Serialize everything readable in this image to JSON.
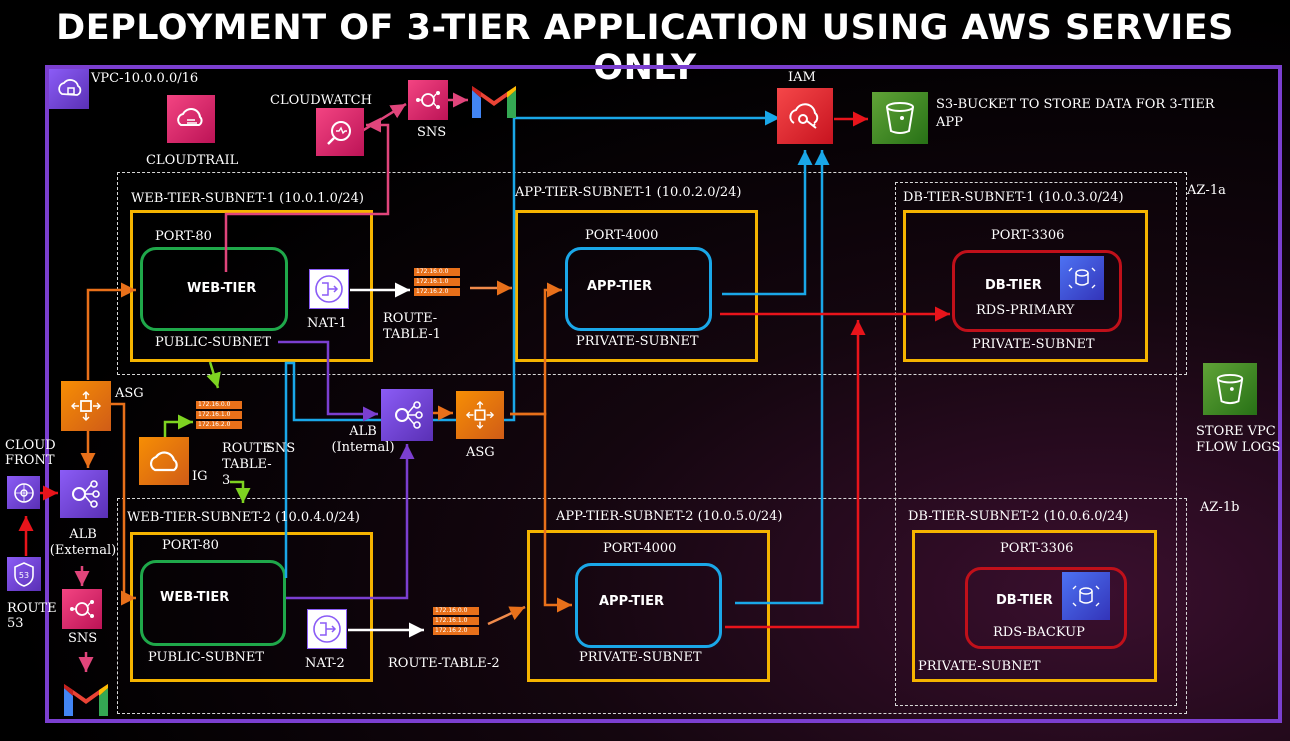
{
  "title": "DEPLOYMENT OF  3-TIER APPLICATION USING AWS SERVIES ONLY",
  "vpc": {
    "label": "VPC-10.0.0.0/16"
  },
  "az": {
    "a": "AZ-1a",
    "b": "AZ-1b"
  },
  "services": {
    "cloudtrail": "CLOUDTRAIL",
    "cloudwatch": "CLOUDWATCH",
    "sns_top": "SNS",
    "iam": "IAM",
    "s3": "S3-BUCKET TO STORE DATA FOR 3-TIER APP",
    "flowlogs": "STORE VPC FLOW LOGS",
    "cloudfront": "CLOUD FRONT",
    "route53": "ROUTE 53",
    "sns_left": "SNS",
    "alb_external": "ALB (External)",
    "alb_internal": "ALB (Internal)",
    "asg_left": "ASG",
    "asg_mid": "ASG",
    "ig": "IG",
    "nat1": "NAT-1",
    "nat2": "NAT-2",
    "route_table_1": "ROUTE-TABLE-1",
    "route_table_2": "ROUTE-TABLE-2",
    "route_table_3": "ROUTE TABLE-3",
    "sns_overlap": "SNS"
  },
  "route_entries": [
    "172.16.0.0",
    "172.16.1.0",
    "172.16.2.0"
  ],
  "subnets": {
    "web1": {
      "name": "WEB-TIER-SUBNET-1 (10.0.1.0/24)",
      "port": "PORT-80",
      "tier": "WEB-TIER",
      "type": "PUBLIC-SUBNET"
    },
    "web2": {
      "name": "WEB-TIER-SUBNET-2 (10.0.4.0/24)",
      "port": "PORT-80",
      "tier": "WEB-TIER",
      "type": "PUBLIC-SUBNET"
    },
    "app1": {
      "name": "APP-TIER-SUBNET-1 (10.0.2.0/24)",
      "port": "PORT-4000",
      "tier": "APP-TIER",
      "type": "PRIVATE-SUBNET"
    },
    "app2": {
      "name": "APP-TIER-SUBNET-2 (10.0.5.0/24)",
      "port": "PORT-4000",
      "tier": "APP-TIER",
      "type": "PRIVATE-SUBNET"
    },
    "db1": {
      "name": "DB-TIER-SUBNET-1 (10.0.3.0/24)",
      "port": "PORT-3306",
      "tier": "DB-TIER",
      "db": "RDS-PRIMARY",
      "type": "PRIVATE-SUBNET"
    },
    "db2": {
      "name": "DB-TIER-SUBNET-2 (10.0.6.0/24)",
      "port": "PORT-3306",
      "tier": "DB-TIER",
      "db": "RDS-BACKUP",
      "type": "PRIVATE-SUBNET"
    }
  },
  "colors": {
    "vpc_border": "#7b3fd0",
    "subnet_border": "#f5b400",
    "web_tier": "#1fa84a",
    "app_tier": "#1aa7e8",
    "db_tier": "#c0101a",
    "line_blue": "#1aa7e8",
    "line_red": "#e8141b",
    "line_pink": "#e0457b",
    "line_purple": "#7b3fd0",
    "line_orange": "#e8701a",
    "line_green": "#7ed321"
  }
}
